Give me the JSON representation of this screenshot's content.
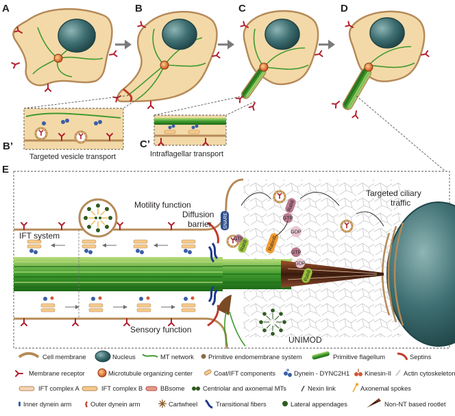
{
  "panels": {
    "a": "A",
    "b": "B",
    "c": "C",
    "d": "D",
    "b_prime": "B’",
    "c_prime": "C’",
    "e": "E"
  },
  "captions": {
    "b_prime": "Targeted vesicle transport",
    "c_prime": "Intraflagellar transport"
  },
  "panel_e": {
    "motility": "Motility function",
    "ift_system": "IFT system",
    "diffusion_line1": "Diffusion",
    "diffusion_line2": "barrier",
    "targeted_line1": "Targeted ciliary",
    "targeted_line2": "traffic",
    "sensory": "Sensory  function",
    "unimod": "UNIMOD",
    "snare": "SNARE",
    "rabin8": "Rabin8",
    "rab8": "Rab8",
    "gtp": "GTP",
    "gdp": "GDP"
  },
  "legend": [
    {
      "icon": "cell-membrane",
      "label": "Cell membrane"
    },
    {
      "icon": "nucleus",
      "label": "Nucleus"
    },
    {
      "icon": "mt-network",
      "label": "MT network"
    },
    {
      "icon": "endomembrane",
      "label": "Primitive endomembrane system"
    },
    {
      "icon": "flagellum",
      "label": "Primitive flagellum"
    },
    {
      "icon": "septins",
      "label": "Septins"
    },
    {
      "icon": "membrane-receptor",
      "label": "Membrane receptor"
    },
    {
      "icon": "mtoc",
      "label": "Microtubule organizing center"
    },
    {
      "icon": "coat-ift",
      "label": "Coat/IFT components"
    },
    {
      "icon": "dynein",
      "label": "Dynein - DYNC2H1"
    },
    {
      "icon": "kinesin",
      "label": "Kinesin-II"
    },
    {
      "icon": "actin",
      "label": "Actin cytoskeleton"
    },
    {
      "icon": "ift-a",
      "label": "IFT complex A"
    },
    {
      "icon": "ift-b",
      "label": "IFT complex B"
    },
    {
      "icon": "bbsome",
      "label": "BBsome"
    },
    {
      "icon": "centriolar-mts",
      "label": "Centriolar and axonemal MTs"
    },
    {
      "icon": "nexin",
      "label": "Nexin link"
    },
    {
      "icon": "spokes",
      "label": "Axonemal spokes"
    },
    {
      "icon": "inner-dynein",
      "label": "Inner dynein arm"
    },
    {
      "icon": "outer-dynein",
      "label": "Outer dynein arm"
    },
    {
      "icon": "cartwheel",
      "label": "Cartwheel"
    },
    {
      "icon": "transitional",
      "label": "Transitional fibers"
    },
    {
      "icon": "lateral",
      "label": "Lateral appendages"
    },
    {
      "icon": "rootlet",
      "label": "Non-NT based rootlet"
    }
  ],
  "colors": {
    "cytoplasm": "#f3d9a8",
    "membrane": "#b58a58",
    "nucleus": "#3f6f72",
    "mt_green": "#3f9a2e",
    "flagellum_light": "#8cc63f",
    "receptor": "#b21f2d",
    "mtoc": "#e0622a",
    "dynein": "#3a5ea8",
    "septin": "#c0392b"
  }
}
